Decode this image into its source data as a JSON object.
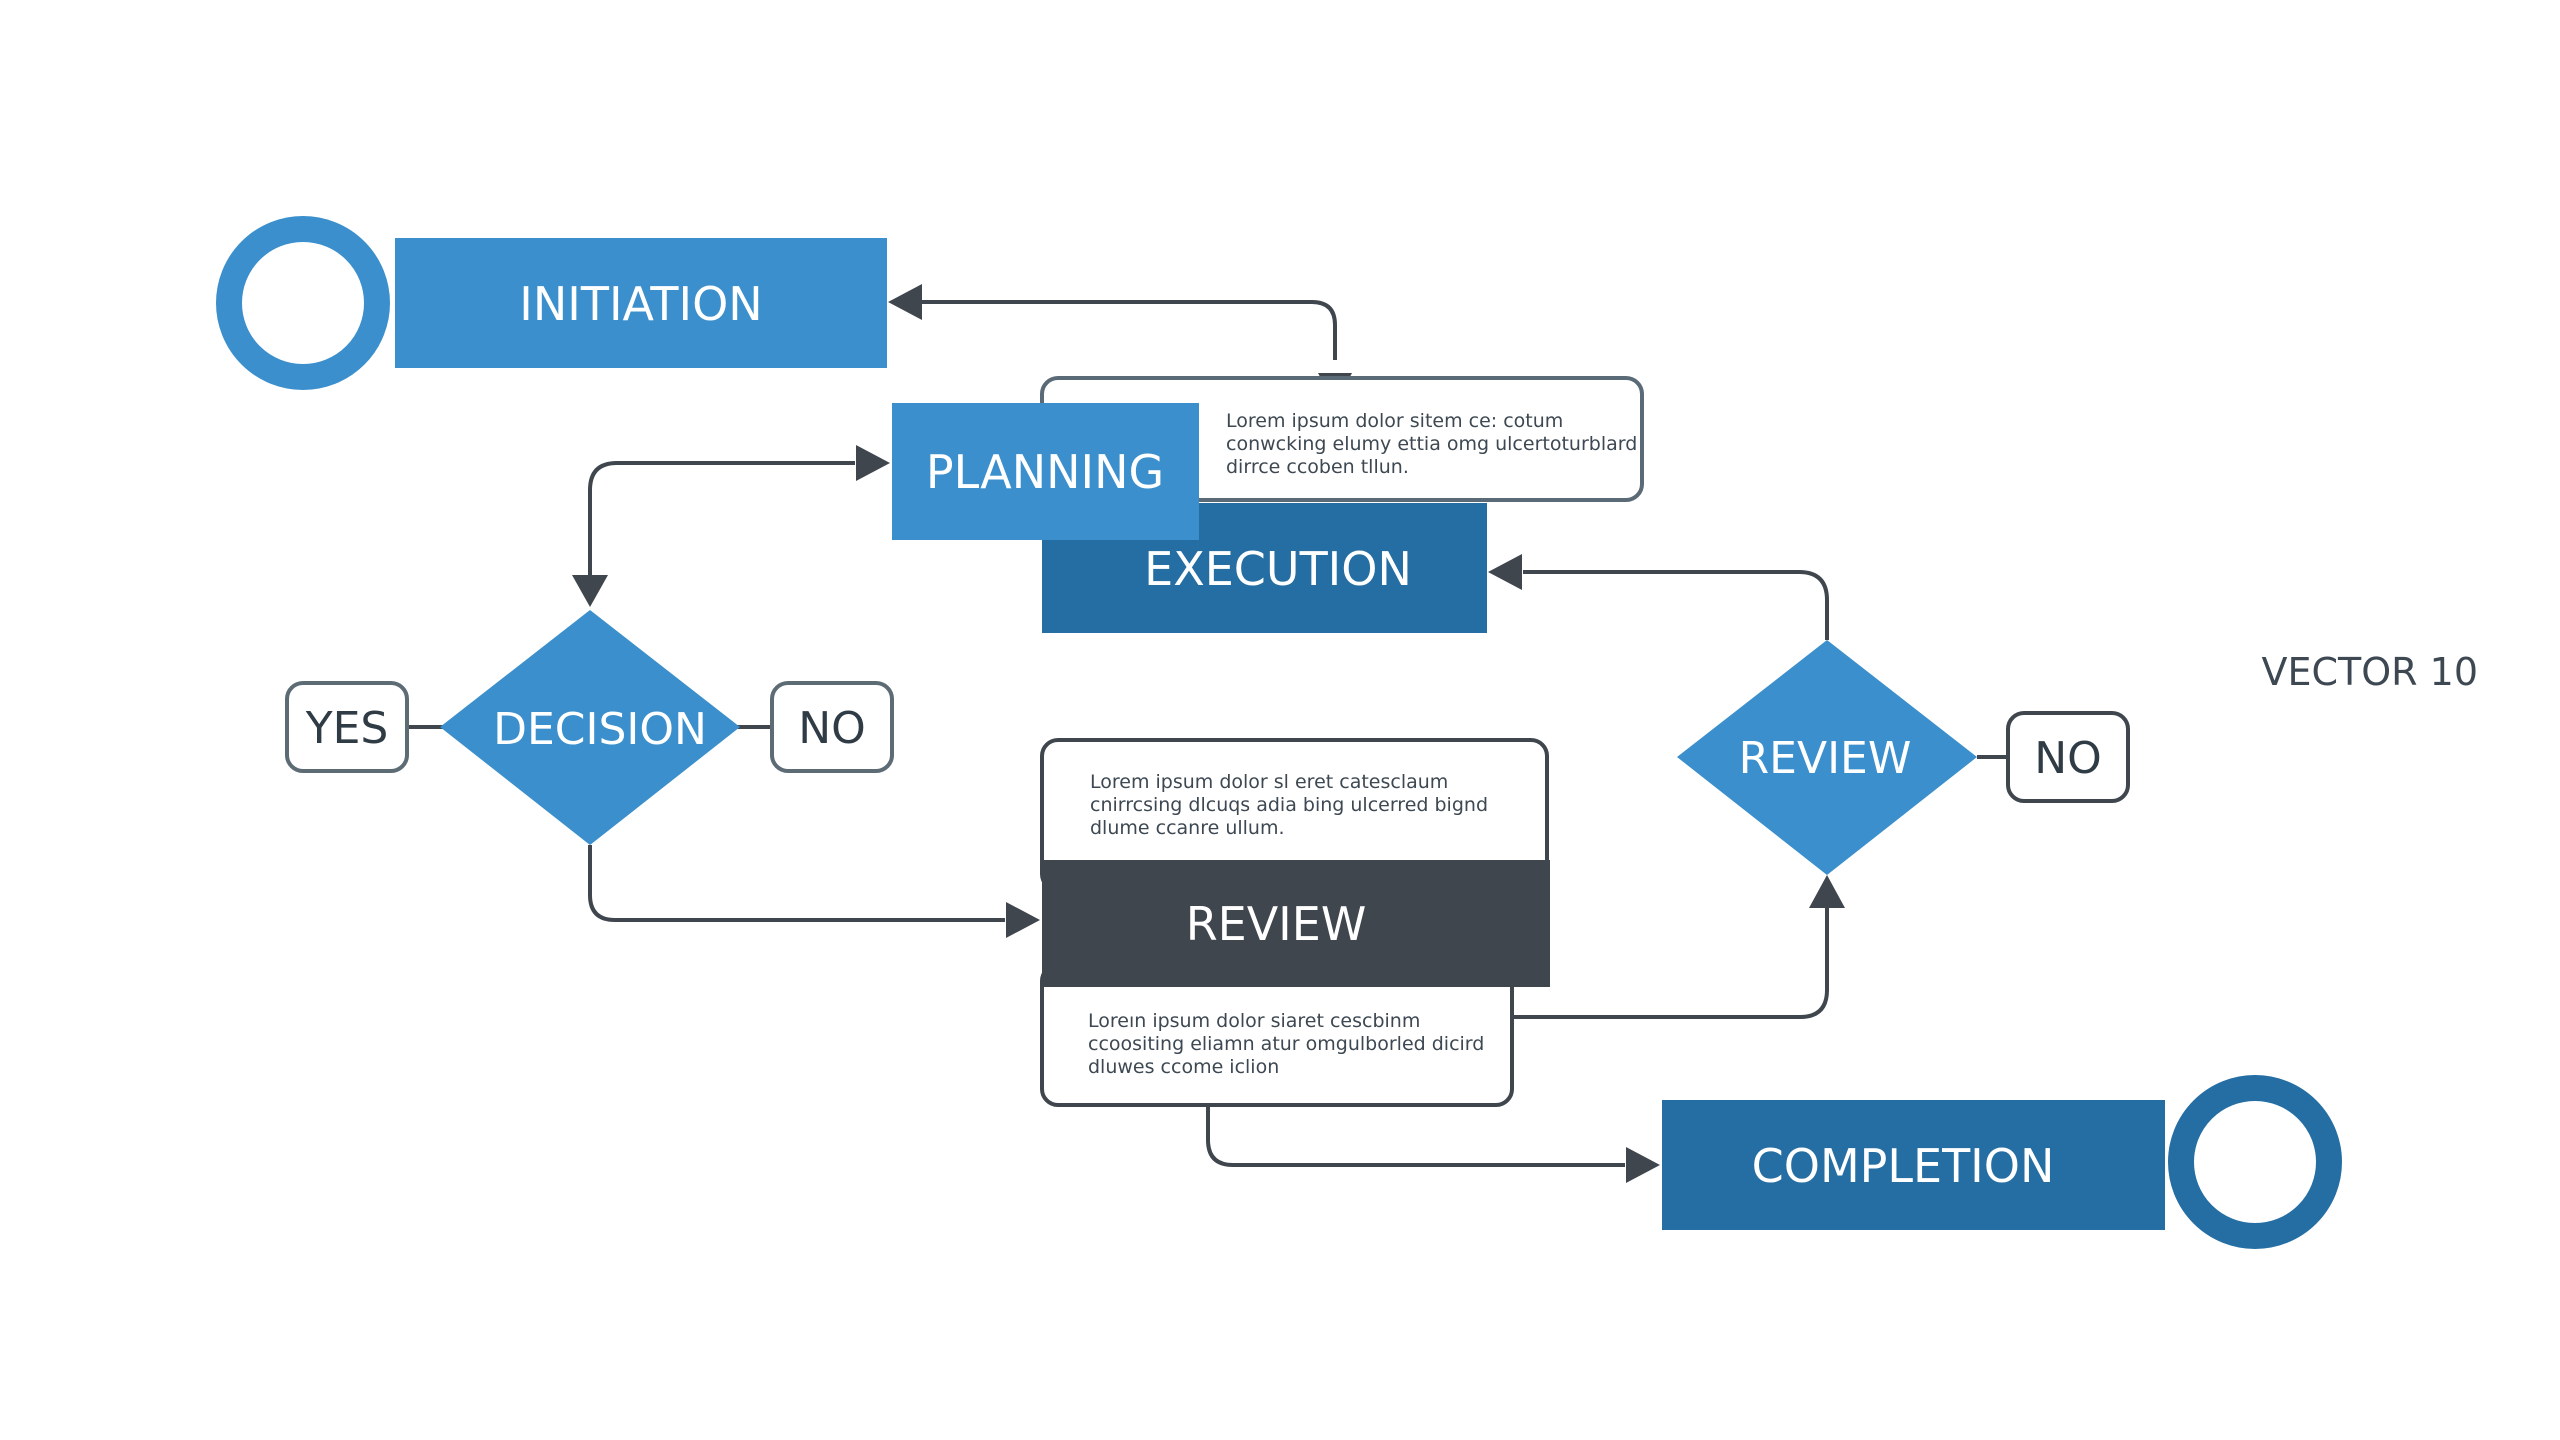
{
  "colors": {
    "blue": "#3a8fcc",
    "dark_blue": "#246ea3",
    "slate": "#3f464d",
    "line": "#3f464d",
    "pill_border": "#5d6b75",
    "note_border": "#5a6a76"
  },
  "nodes": {
    "initiation": "INITIATION",
    "planning": "PLANNING",
    "execution": "EXECUTION",
    "decision": "DECISION",
    "review_diamond": "REVIEW",
    "review_block": "REVIEW",
    "completion": "COMPLETION"
  },
  "pills": {
    "yes": "YES",
    "no_left": "NO",
    "no_right": "NO"
  },
  "notes": {
    "planning": [
      "Lorem ipsum dolor sitem  ce: cotum",
      "conwcking elumy ettia omg ulcertoturblard",
      "dirrce ccoben tllun."
    ],
    "review_top": [
      "Lorem ipsum dolor sl eret catesclaum",
      "cnirrcsing dlcuqs adia bing ulcerred bignd",
      "dlume ccanre ullum."
    ],
    "review_bottom": [
      "Loreın ipsum dolor siaret cescbinm",
      "ccoositing eliamn atur omgulborled dicird",
      "dluwes ccome iclion"
    ]
  },
  "corner_label": "VECTOR 10"
}
